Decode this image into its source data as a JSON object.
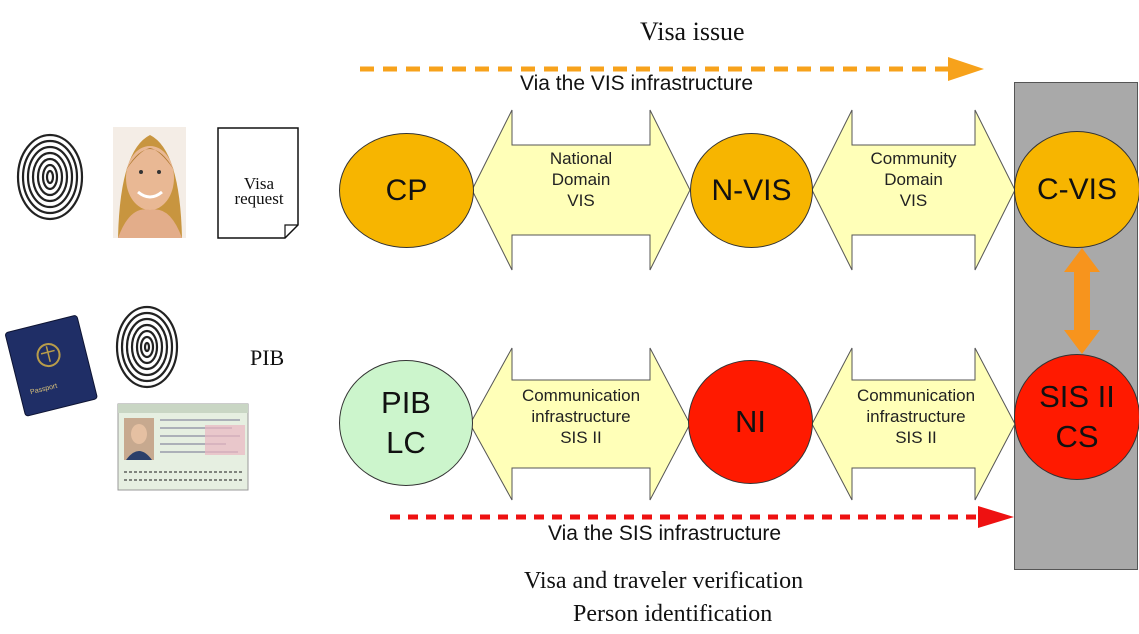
{
  "title_top": "Visa issue",
  "label_vis_infra": "Via the VIS infrastructure",
  "label_sis_infra": "Via the SIS infrastructure",
  "caption_line1": "Visa and traveler verification",
  "caption_line2": "Person identification",
  "left": {
    "visa_request": "Visa request",
    "pib": "PIB",
    "passport_text": "Passport"
  },
  "nodes": {
    "cp": "CP",
    "nvis": "N-VIS",
    "cvis": "C-VIS",
    "pib_lc_line1": "PIB",
    "pib_lc_line2": "LC",
    "ni": "NI",
    "sis_cs_line1": "SIS II",
    "sis_cs_line2": "CS"
  },
  "arrows": {
    "national_domain": [
      "National",
      "Domain",
      "VIS"
    ],
    "community_domain": [
      "Community",
      "Domain",
      "VIS"
    ],
    "comm_infra_1": [
      "Communication",
      "infrastructure",
      "SIS II"
    ],
    "comm_infra_2": [
      "Communication",
      "infrastructure",
      "SIS II"
    ]
  },
  "colors": {
    "orange_node": "#f7b500",
    "red_node": "#ff1a00",
    "green_node": "#ccf5cc",
    "arrow_fill": "#ffffb8",
    "orange_dash": "#f7a21b",
    "red_dash": "#ee1111",
    "central_panel": "#a9a9a9",
    "link_orange": "#f7941d"
  },
  "icons": [
    "fingerprint-icon",
    "face-photo-icon",
    "document-icon",
    "passport-icon",
    "fingerprint-icon",
    "visa-sticker-icon"
  ]
}
